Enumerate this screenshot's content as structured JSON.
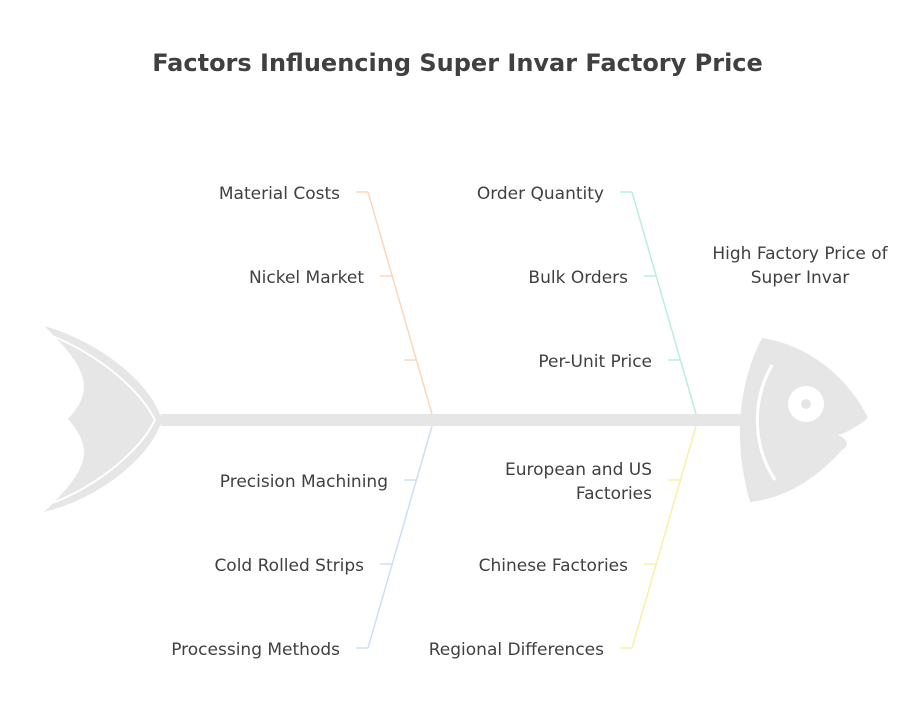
{
  "title": "Factors Influencing Super Invar Factory Price",
  "effect": "High Factory Price of Super Invar",
  "branches": {
    "material": {
      "cause": "Material Costs",
      "sub": [
        "Nickel Market",
        ""
      ]
    },
    "quantity": {
      "cause": "Order Quantity",
      "sub": [
        "Bulk Orders",
        "Per-Unit Price"
      ]
    },
    "processing": {
      "cause": "Processing Methods",
      "sub": [
        "Precision Machining",
        "Cold Rolled Strips"
      ]
    },
    "regional": {
      "cause": "Regional Differences",
      "sub": [
        "European and US Factories",
        "Chinese Factories"
      ]
    }
  },
  "colors": {
    "material": "#fcd7b6",
    "quantity": "#b8f0d8",
    "processing": "#cddff7",
    "regional": "#f9f0a8",
    "fish": "#e6e6e6",
    "text": "#404040"
  }
}
